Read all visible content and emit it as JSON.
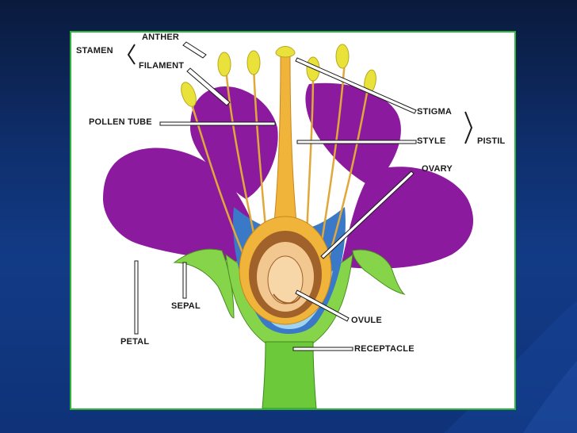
{
  "diagram": {
    "labels": {
      "stamen": "STAMEN",
      "anther": "ANTHER",
      "filament": "FILAMENT",
      "pollen_tube": "POLLEN TUBE",
      "stigma": "STIGMA",
      "style": "STYLE",
      "pistil": "PISTIL",
      "ovary": "OVARY",
      "ovule": "OVULE",
      "receptacle": "RECEPTACLE",
      "sepal": "SEPAL",
      "petal": "PETAL"
    },
    "colors": {
      "petal": "#8b1a9e",
      "petal_dark": "#6a1080",
      "sepal": "#86d44a",
      "stem": "#6cc93a",
      "inner_blue": "#3a78c8",
      "light_blue": "#9fd4f0",
      "style": "#f0b43a",
      "anther": "#e8e23a",
      "ovary_brown": "#a0622a",
      "frame": "#2fb43a",
      "background": "#123b86"
    }
  }
}
